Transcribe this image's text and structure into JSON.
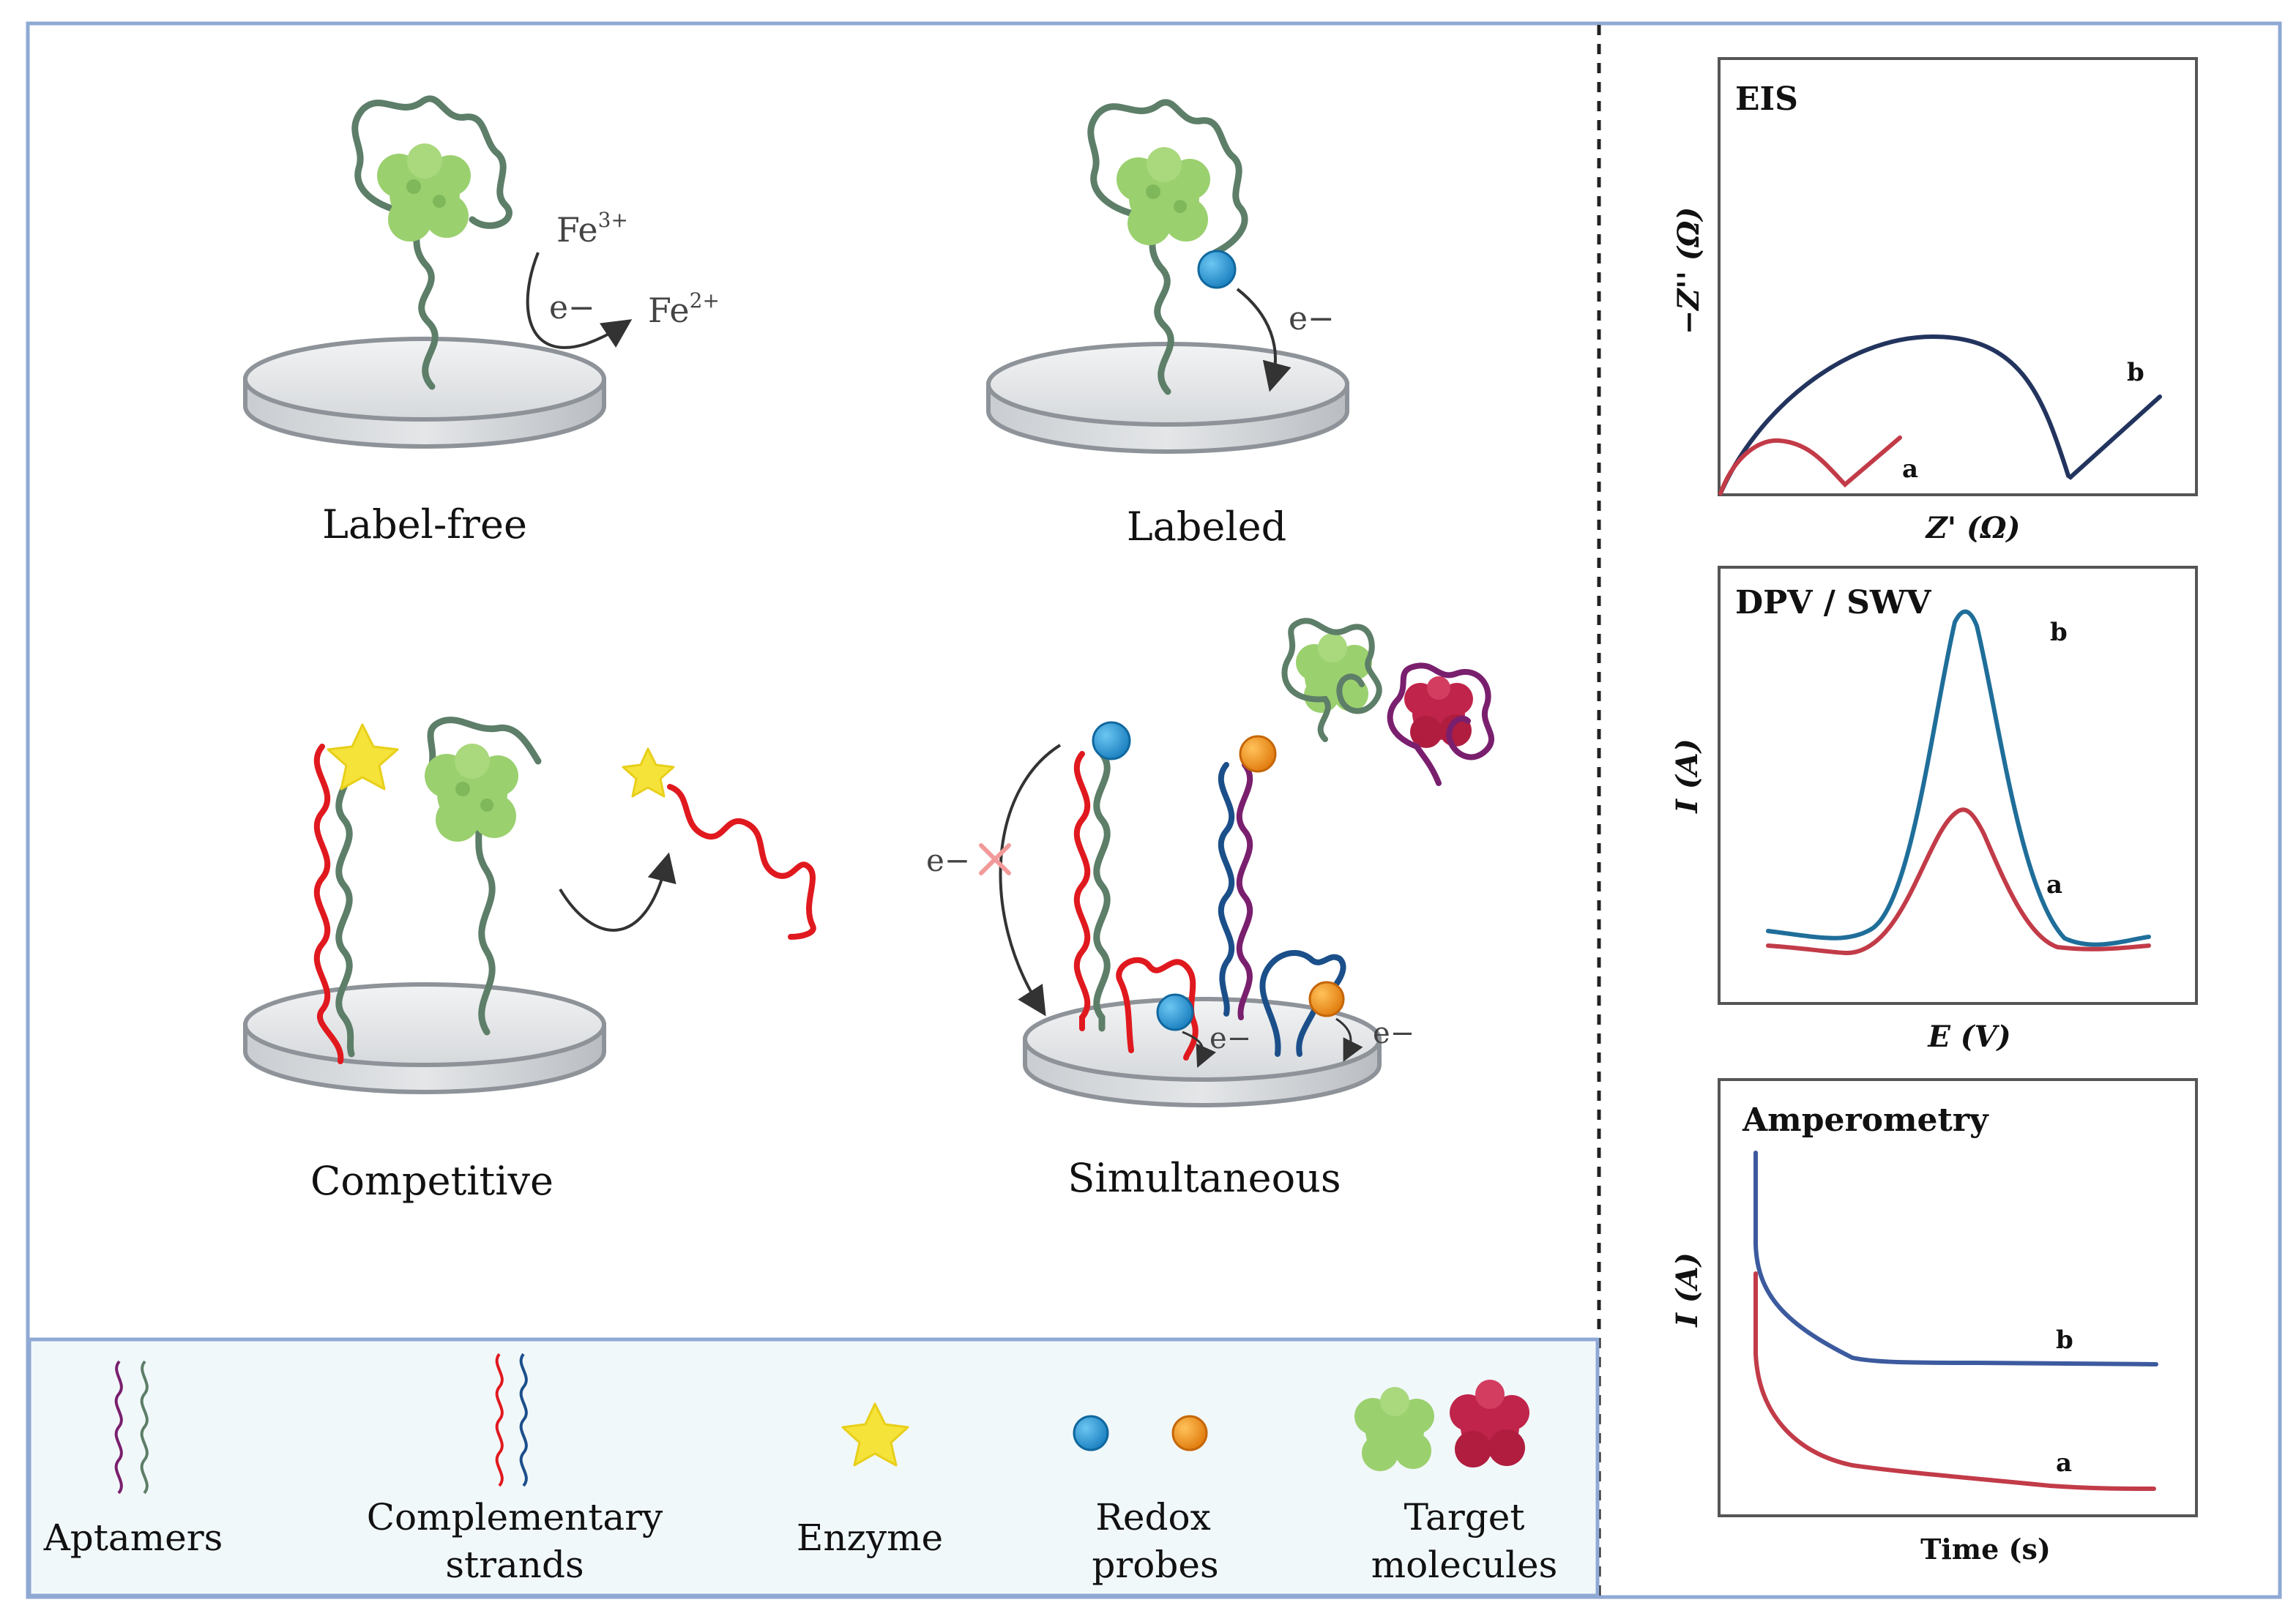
{
  "panels": {
    "label_free": {
      "caption": "Label-free",
      "fe3_base": "Fe",
      "fe3_sup": "3+",
      "fe2_base": "Fe",
      "fe2_sup": "2+",
      "electron": "e−"
    },
    "labeled": {
      "caption": "Labeled",
      "electron": "e−"
    },
    "competitive": {
      "caption": "Competitive"
    },
    "simultaneous": {
      "caption": "Simultaneous",
      "electron_blocked": "e−",
      "electron_1": "e−",
      "electron_2": "e−"
    }
  },
  "legend": {
    "aptamers": "Aptamers",
    "complementary_1": "Complementary",
    "complementary_2": "strands",
    "enzyme": "Enzyme",
    "redox_1": "Redox",
    "redox_2": "probes",
    "target_1": "Target",
    "target_2": "molecules"
  },
  "charts": {
    "eis": {
      "title": "EIS",
      "ylabel": "−Z'' (Ω)",
      "xlabel": "Z' (Ω)",
      "label_a": "a",
      "label_b": "b"
    },
    "dpv": {
      "title": "DPV / SWV",
      "ylabel": "I (A)",
      "xlabel": "E (V)",
      "label_a": "a",
      "label_b": "b"
    },
    "amp": {
      "title": "Amperometry",
      "ylabel": "I (A)",
      "xlabel": "Time (s)",
      "label_a": "a",
      "label_b": "b"
    }
  },
  "colors": {
    "border": "#8fa9d4",
    "aptamer_green": "#5d7e68",
    "aptamer_purple": "#7a1f6e",
    "comp_red": "#e0191f",
    "comp_blue": "#1b4f8a",
    "protein_green": "#9bd06f",
    "protein_red": "#c0244a",
    "redox_blue": "#1e8fd0",
    "redox_orange": "#ef8a14",
    "enzyme_yellow": "#f5e33a",
    "curve_a": "#c23b48",
    "curve_b_eis": "#22345e",
    "curve_b_dpv": "#1f6e9a",
    "curve_b_amp": "#3c5a9e",
    "legend_bg": "#f1f8fa"
  }
}
